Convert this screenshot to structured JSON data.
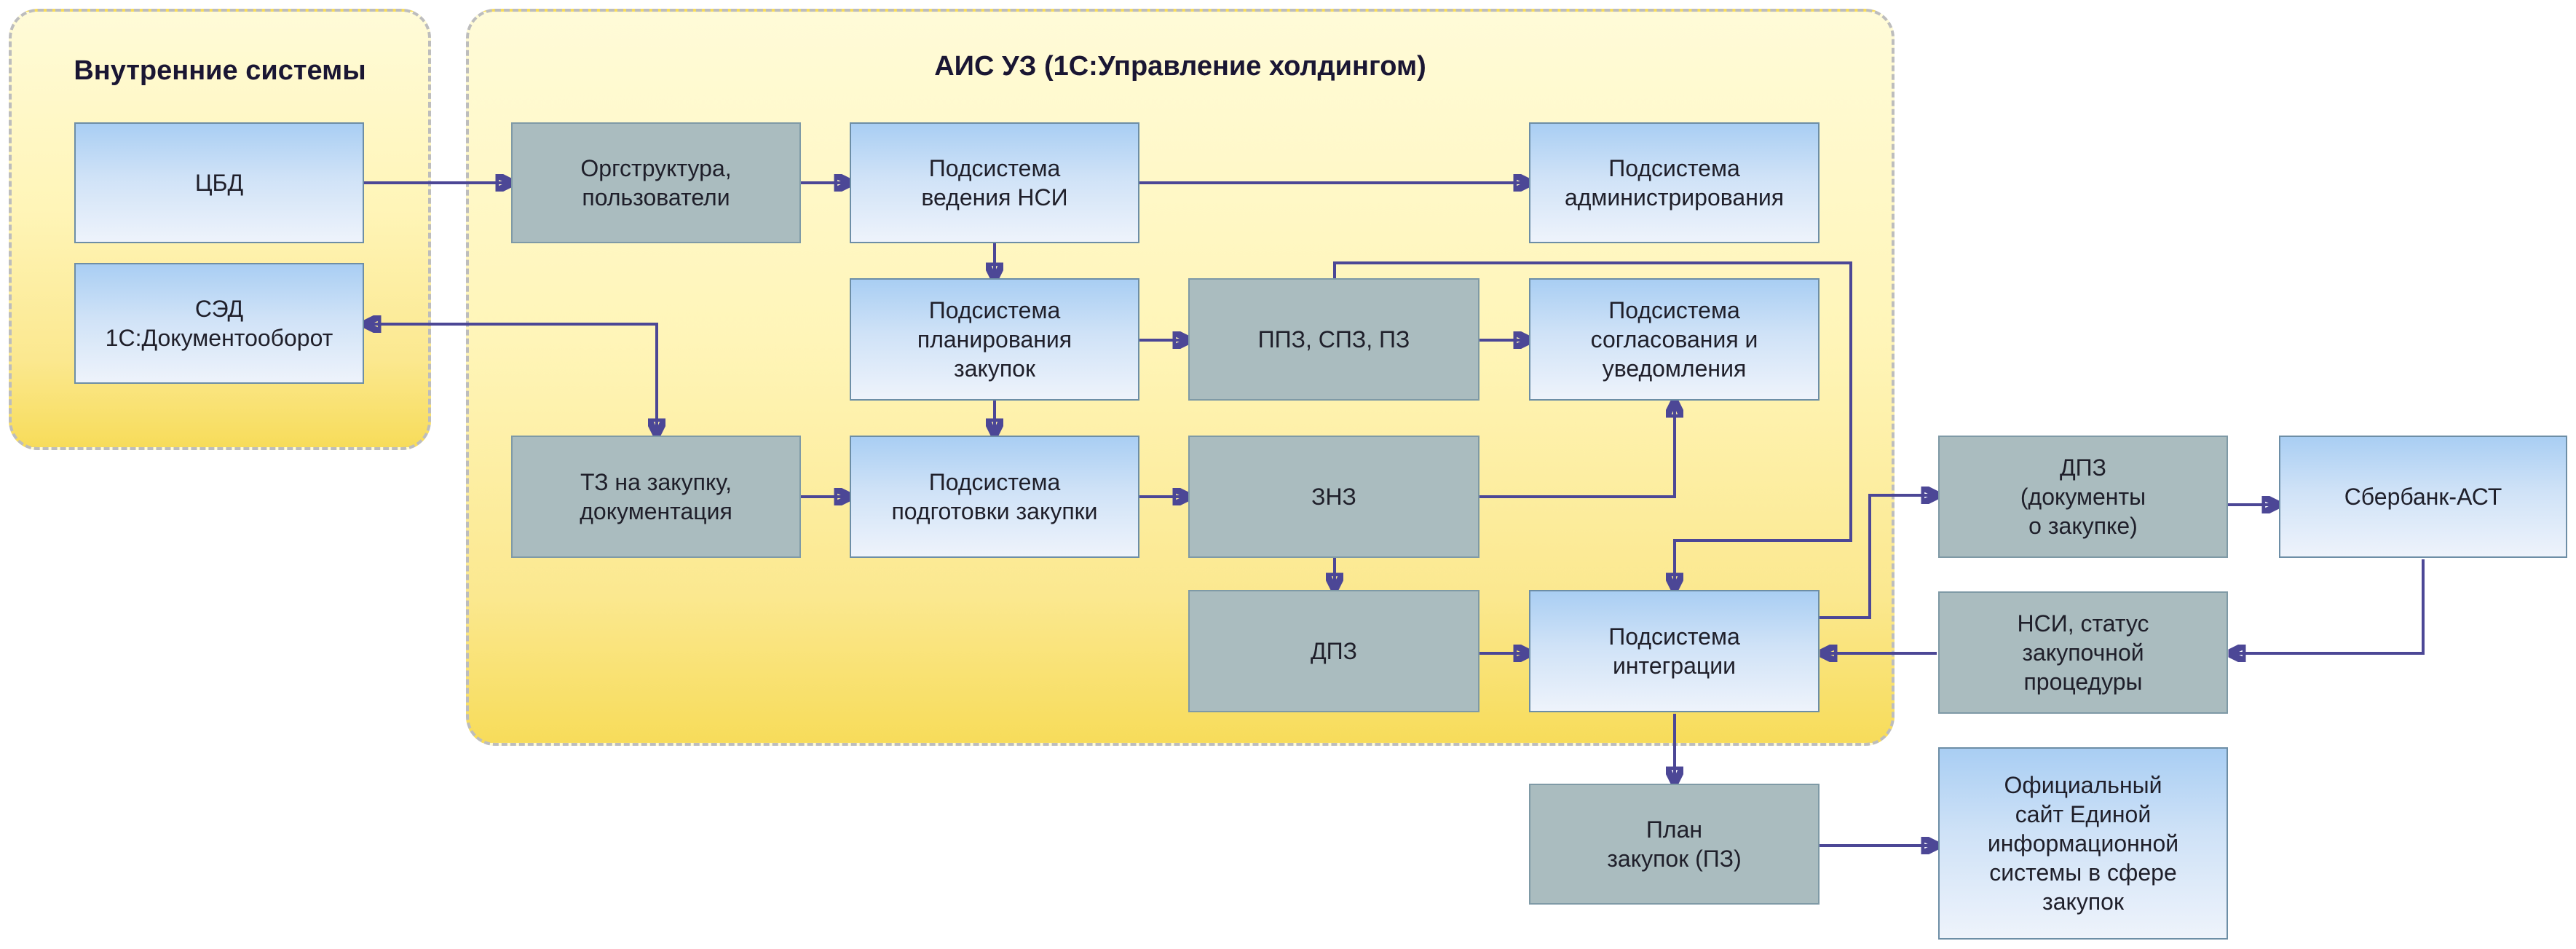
{
  "groups": {
    "internal": {
      "title": "Внутренние системы"
    },
    "ais": {
      "title": "АИС УЗ (1С:Управление холдингом)"
    }
  },
  "nodes": {
    "cbd": "ЦБД",
    "sed": "СЭД\n1С:Документооборот",
    "orgstructure": "Оргструктура,\nпользователи",
    "nsi_subsystem": "Подсистема\nведения НСИ",
    "admin_subsystem": "Подсистема\nадминистрирования",
    "planning_subsystem": "Подсистема\nпланирования\nзакупок",
    "pps": "ППЗ, СПЗ, ПЗ",
    "approval_subsystem": "Подсистема\nсогласования и\nуведомления",
    "tz": "ТЗ на закупку,\nдокументация",
    "prep_subsystem": "Подсистема\nподготовки закупки",
    "znz": "ЗНЗ",
    "dpz_inner": "ДПЗ",
    "integration_subsystem": "Подсистема\nинтеграции",
    "dpz_outer": "ДПЗ\n(документы\nо закупке)",
    "sberbank": "Сбербанк-АСТ",
    "nsi_status": "НСИ, статус\nзакупочной\nпроцедуры",
    "plan": "План\nзакупок (ПЗ)",
    "official_site": "Официальный\nсайт Единой\nинформационной\nсистемы в сфере\nзакупок"
  },
  "colors": {
    "arrow": "#4c4796",
    "blue_top": "#a9cef3",
    "grey": "#aabcbf",
    "group_bottom": "#f7dc5a"
  }
}
